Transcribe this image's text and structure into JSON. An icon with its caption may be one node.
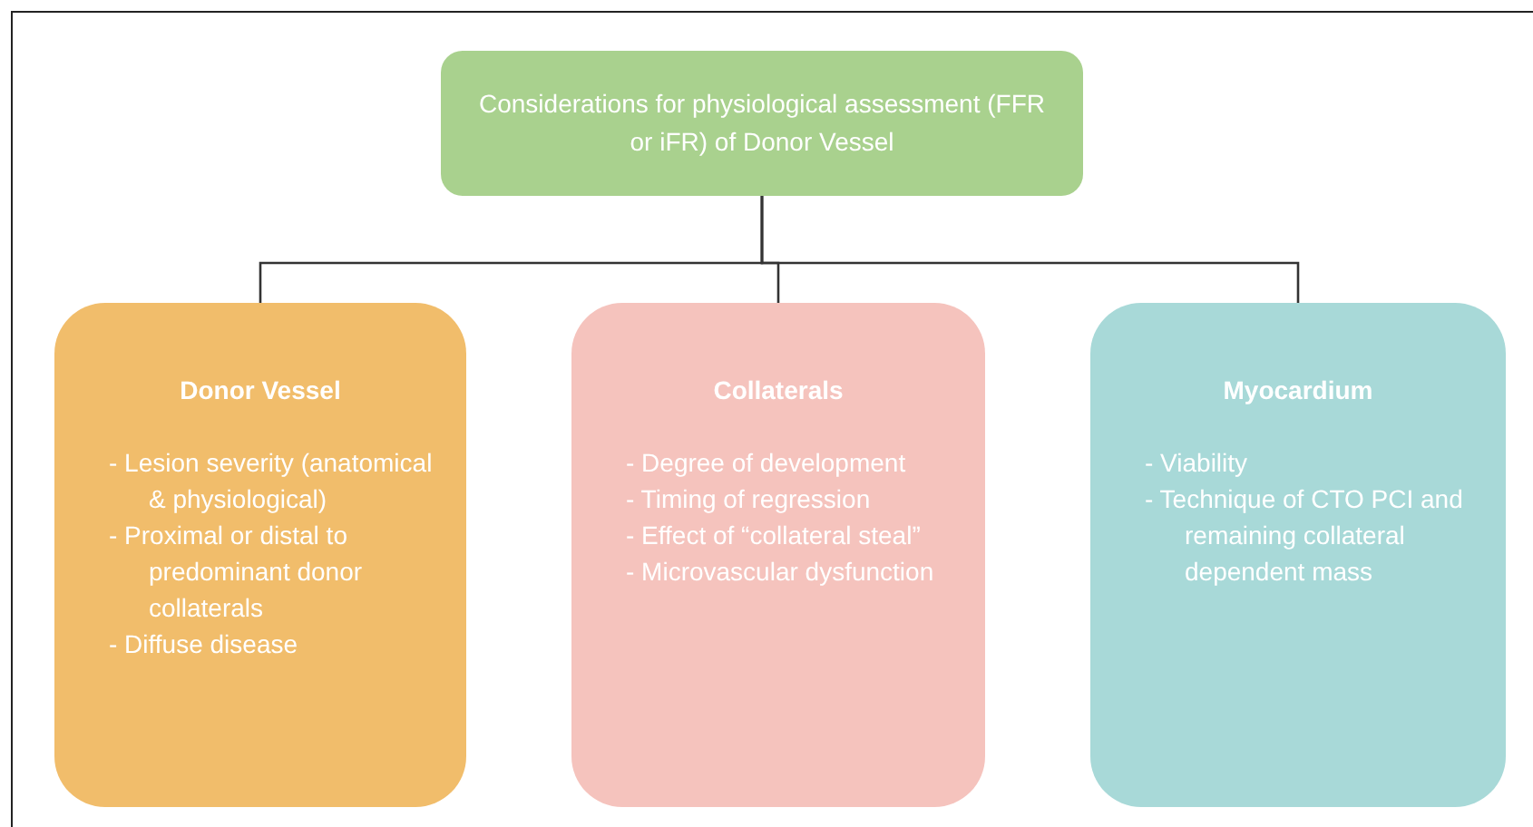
{
  "diagram": {
    "nodes": [
      {
        "text": [
          "Considerations for physiological assessment (FFR or iFR) of Donor Vessel"
        ]
      },
      {
        "text": [
          "Donor Vessel",
          "- Lesion severity (anatomical & physiological)",
          "- Proximal or distal to predominant donor collaterals",
          "- Diffuse disease"
        ]
      },
      {
        "text": [
          "Collaterals",
          "- Degree of development",
          "- Timing of regression",
          "- Effect of “collateral steal”",
          "- Microvascular dysfunction"
        ]
      },
      {
        "text": [
          "Myocardium",
          "- Viability",
          "- Technique of CTO PCI and remaining collateral dependent mass"
        ]
      }
    ],
    "edges": [
      {
        "from": 0,
        "to": 1,
        "arrow": "none"
      },
      {
        "from": 0,
        "to": 2,
        "arrow": "none"
      },
      {
        "from": 0,
        "to": 3,
        "arrow": "none"
      }
    ]
  }
}
